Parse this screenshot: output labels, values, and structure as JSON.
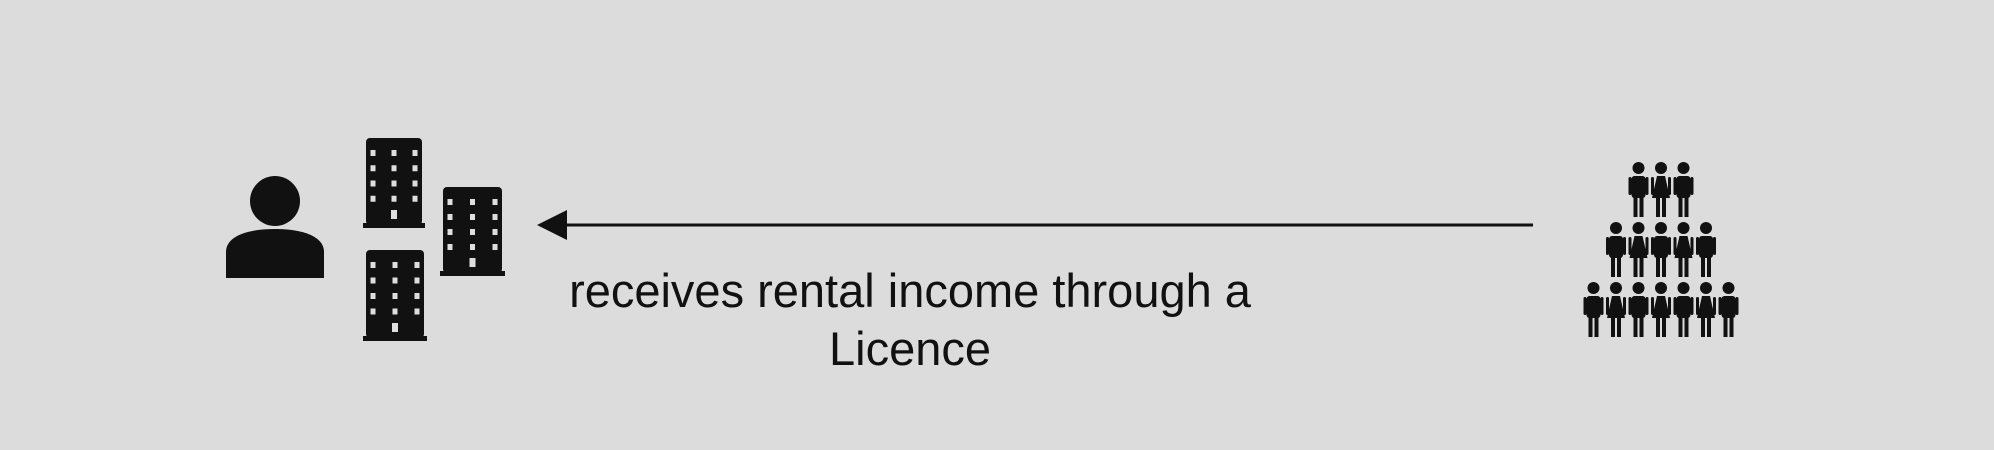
{
  "colors": {
    "background": "#dcdcdc",
    "ink": "#111111",
    "window_light": "#dedede"
  },
  "nodes": {
    "owner": {
      "icon": "person-icon"
    },
    "properties": {
      "icon": "building-icon",
      "count": 3
    },
    "tenants": {
      "icon": "crowd-icon",
      "rows": [
        3,
        5,
        7
      ]
    }
  },
  "edge": {
    "direction": "right-to-left",
    "label": "receives rental income through a Licence"
  }
}
